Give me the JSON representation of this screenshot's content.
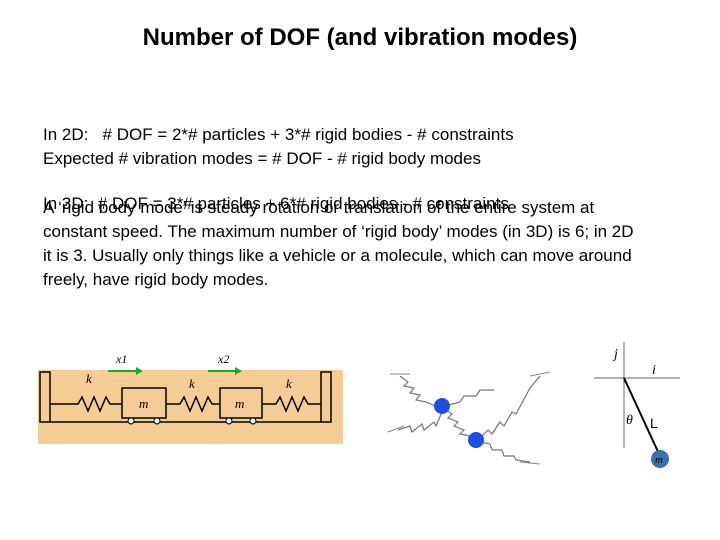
{
  "slide": {
    "title": "Number of DOF (and vibration modes)",
    "eq_2d": "In 2D:   # DOF = 2*# particles + 3*# rigid bodies - # constraints",
    "eq_3d": "In 3D:  # DOF = 3*# particles + 6*# rigid bodies - # constraints",
    "expected": "Expected # vibration modes = # DOF - # rigid body modes",
    "paragraph": "A ‘rigid body mode’ is steady rotation or translation of the entire system at constant speed.   The maximum number of ‘rigid body’ modes (in 3D) is 6; in 2D it is 3.   Usually only things like a vehicle or a molecule, which can move around freely, have rigid body modes."
  },
  "figures": {
    "spring_mass": {
      "x1_label": "x1",
      "x2_label": "x2",
      "k_label": "k",
      "m_label": "m",
      "colors": {
        "background": "#f5cc96",
        "spring": "#000000",
        "arrow": "#21a821",
        "mass": "#ffffff"
      }
    },
    "molecule": {
      "colors": {
        "atom": "#1f4fe0",
        "spring": "#777777"
      }
    },
    "pendulum": {
      "j_label": "j",
      "i_label": "i",
      "theta_label": "θ",
      "L_label": "L",
      "m_label": "m",
      "colors": {
        "bob": "#3a6fb0"
      }
    }
  }
}
